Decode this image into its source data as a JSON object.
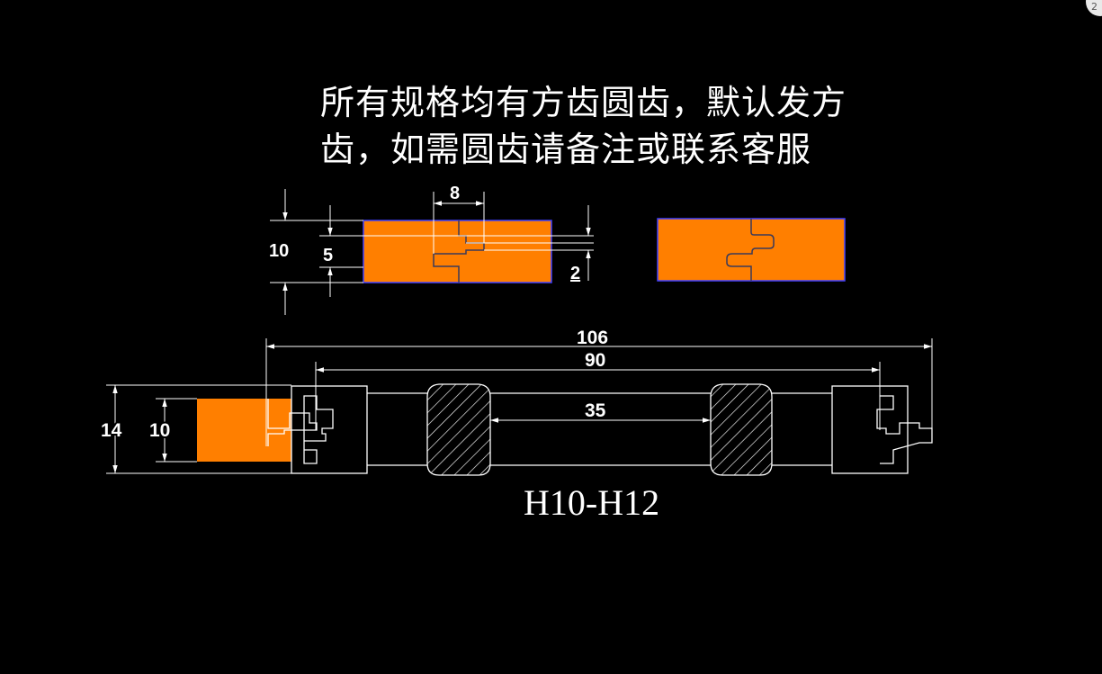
{
  "note": {
    "line1": "所有规格均有方齿圆齿，默认发方",
    "line2": "齿，如需圆齿请备注或联系客服"
  },
  "corner_badge": "2",
  "profile_detail": {
    "overall_height": "10",
    "tongue_height": "5",
    "tongue_depth": "8",
    "step": "2"
  },
  "cutter": {
    "overall_width": "106",
    "tooth_span": "90",
    "bore": "35",
    "outer_height": "14",
    "inner_height": "10",
    "model": "H10-H12"
  },
  "colors": {
    "background": "#000000",
    "line": "#ffffff",
    "wood": "#ff7f00",
    "wood_edge": "#4040ff"
  }
}
